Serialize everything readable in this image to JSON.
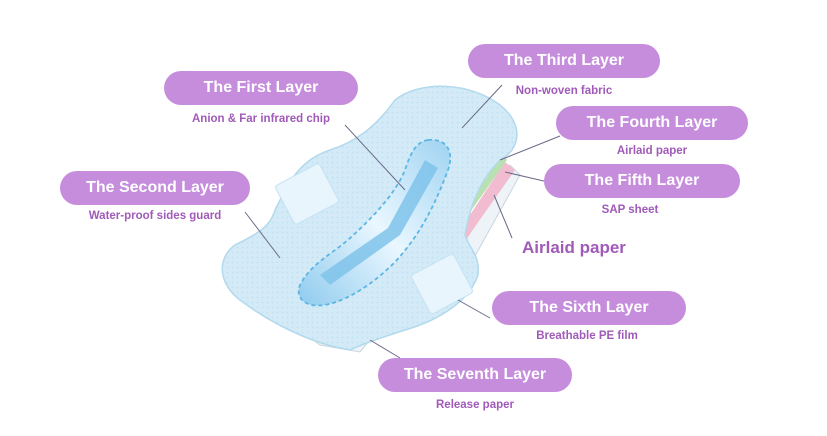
{
  "layers": [
    {
      "title": "The First Layer",
      "material": "Anion & Far infrared chip"
    },
    {
      "title": "The Second Layer",
      "material": "Water-proof sides guard"
    },
    {
      "title": "The Third Layer",
      "material": "Non-woven fabric"
    },
    {
      "title": "The Fourth Layer",
      "material": "Airlaid paper"
    },
    {
      "title": "The Fifth Layer",
      "material": "SAP sheet"
    },
    {
      "title": "The Sixth Layer",
      "material": "Breathable PE film"
    },
    {
      "title": "The Seventh Layer",
      "material": "Release paper"
    }
  ],
  "extra_label": "Airlaid paper",
  "colors": {
    "pill": "#c58ddc",
    "text": "#a05ab8",
    "pad": "#d4ebf7",
    "core": "#7fc3ea",
    "layer_green": "#b9e0b0",
    "layer_pink": "#f2bcd0",
    "leader_line": "#6b6b8a"
  }
}
